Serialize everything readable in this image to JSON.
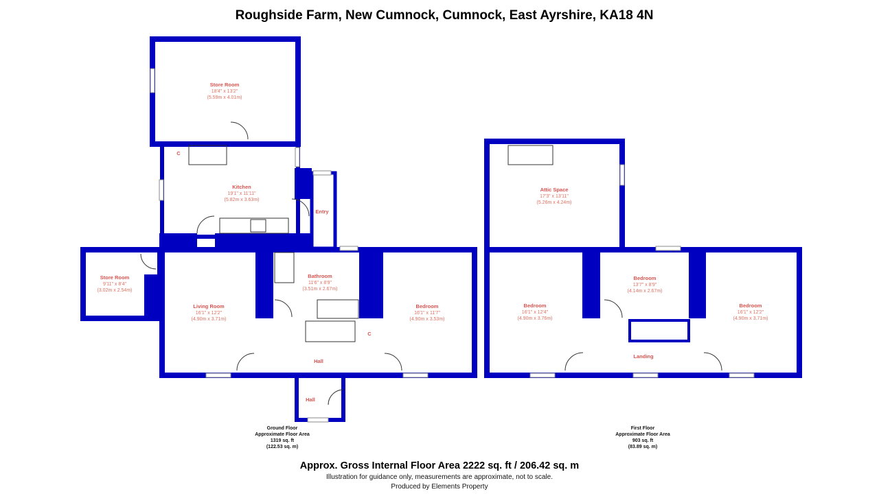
{
  "title": "Roughside Farm, New Cumnock, Cumnock, East Ayrshire, KA18 4N",
  "ground_floor": {
    "rooms": [
      {
        "name": "Store Room",
        "imperial": "18'4\" x 13'2\"",
        "metric": "(5.59m x 4.01m)"
      },
      {
        "name": "Kitchen",
        "imperial": "19'1\" x 11'11\"",
        "metric": "(5.82m x 3.63m)"
      },
      {
        "name": "Entry"
      },
      {
        "name": "Store Room",
        "imperial": "9'11\" x 8'4\"",
        "metric": "(3.02m x 2.54m)"
      },
      {
        "name": "Living Room",
        "imperial": "16'1\" x 12'2\"",
        "metric": "(4.90m x 3.71m)"
      },
      {
        "name": "Bathroom",
        "imperial": "11'6\" x 8'9\"",
        "metric": "(3.51m x 2.67m)"
      },
      {
        "name": "Bedroom",
        "imperial": "16'1\" x 11'7\"",
        "metric": "(4.90m x 3.53m)"
      },
      {
        "name": "Hall"
      },
      {
        "name": "Hall"
      },
      {
        "name": "C"
      },
      {
        "name": "C"
      }
    ],
    "label": "Ground Floor",
    "area_label": "Approximate Floor Area",
    "area_sqft": "1319 sq. ft",
    "area_sqm": "(122.53 sq. m)"
  },
  "first_floor": {
    "rooms": [
      {
        "name": "Attic Space",
        "imperial": "17'3\" x 13'11\"",
        "metric": "(5.26m x 4.24m)"
      },
      {
        "name": "Bedroom",
        "imperial": "16'1\" x 12'4\"",
        "metric": "(4.90m x 3.76m)"
      },
      {
        "name": "Bedroom",
        "imperial": "13'7\" x 8'9\"",
        "metric": "(4.14m x 2.67m)"
      },
      {
        "name": "Bedroom",
        "imperial": "16'1\" x 12'2\"",
        "metric": "(4.90m x 3.71m)"
      },
      {
        "name": "Landing"
      }
    ],
    "label": "First Floor",
    "area_label": "Approximate Floor Area",
    "area_sqft": "903 sq. ft",
    "area_sqm": "(83.89 sq. m)"
  },
  "gross_area": "Approx. Gross Internal Floor Area 2222 sq. ft / 206.42 sq. m",
  "disclaimer": "Illustration for guidance only, measurements are approximate, not to scale.",
  "producer": "Produced by Elements Property",
  "colors": {
    "wall": "#0000c0",
    "room_label": "#d9534f"
  }
}
